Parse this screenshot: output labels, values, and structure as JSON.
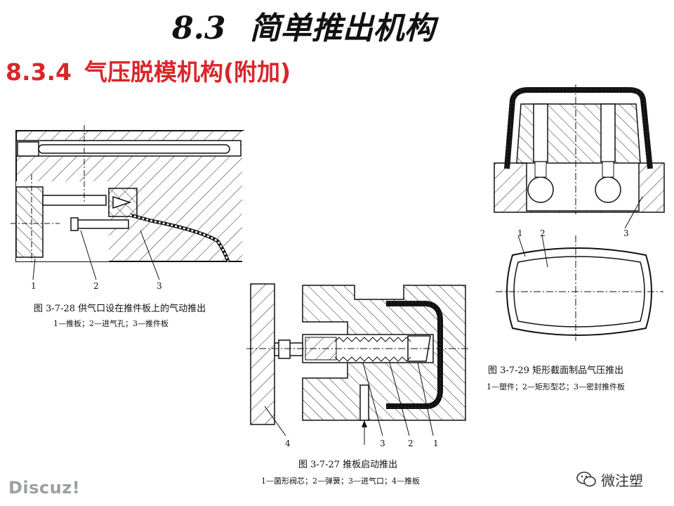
{
  "header": {
    "section_number": "8.3",
    "section_title": "简单推出机构",
    "subsection_number": "8.3.4",
    "subsection_title": "气压脱模机构(附加)"
  },
  "figures": [
    {
      "id": "fig_3_7_28",
      "caption": "图 3-7-28   供气口设在推件板上的气动推出",
      "legend": "1—推板；2—进气孔；3—推件板",
      "callouts": [
        "1",
        "2",
        "3"
      ]
    },
    {
      "id": "fig_3_7_27",
      "caption": "图 3-7-27   推板启动推出",
      "legend": "1—菌形阀芯；2—弹簧；3—进气口；4—推板",
      "callouts": [
        "4",
        "3",
        "2",
        "1"
      ]
    },
    {
      "id": "fig_3_7_29",
      "caption": "图 3-7-29   矩形截面制品气压推出",
      "legend": "1—塑件；2—矩形型芯；3—密封推件板",
      "callouts_top": [
        "3"
      ],
      "callouts_bottom": [
        "1",
        "2"
      ]
    }
  ],
  "watermarks": {
    "left": "Discuz!",
    "right": "微注塑",
    "right_icon": "wechat-icon"
  }
}
